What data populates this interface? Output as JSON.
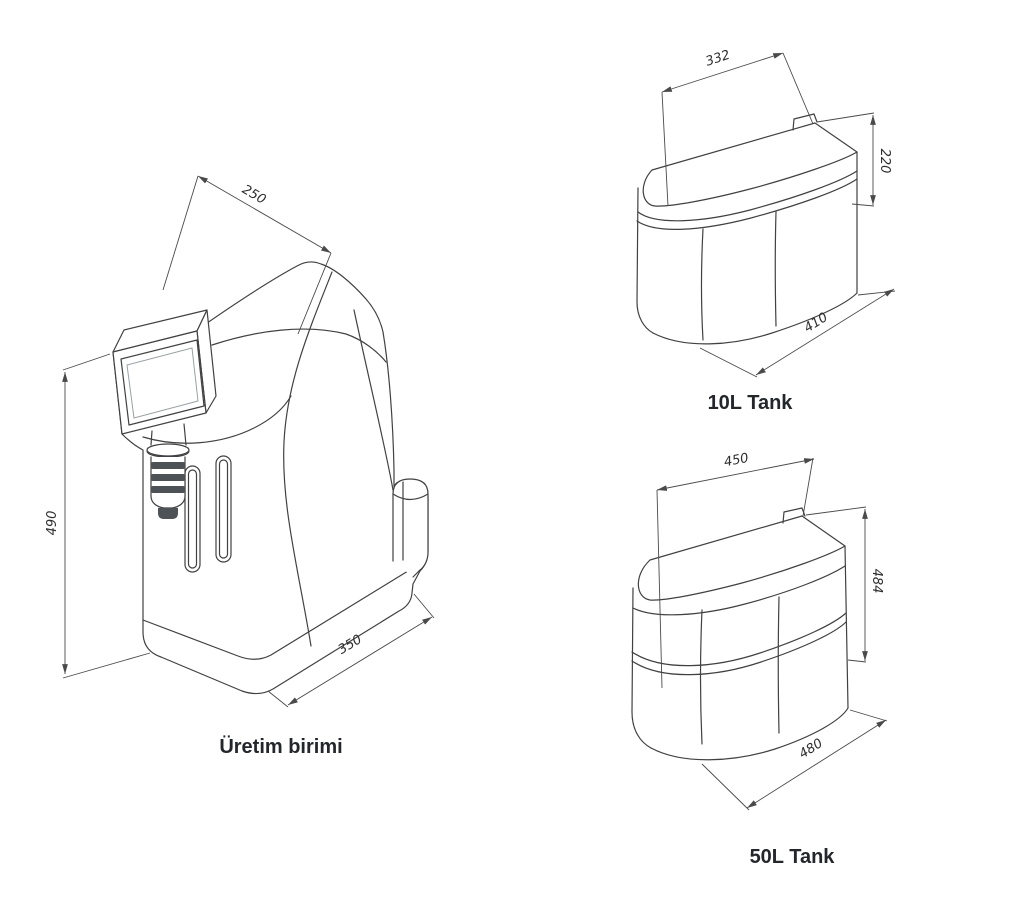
{
  "figures": {
    "production_unit": {
      "label": "Üretim birimi",
      "dims": {
        "width": "250",
        "height": "490",
        "depth": "350"
      }
    },
    "tank_10l": {
      "label": "10L Tank",
      "dims": {
        "width": "332",
        "height": "220",
        "depth": "410"
      }
    },
    "tank_50l": {
      "label": "50L Tank",
      "dims": {
        "width": "450",
        "height": "484",
        "depth": "480"
      }
    }
  },
  "style": {
    "line_color": "#414141",
    "dark_fill": "#4d5257",
    "label_color": "#23262b"
  }
}
